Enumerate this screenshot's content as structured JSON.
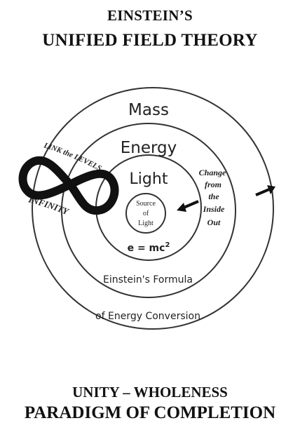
{
  "header": {
    "line1": "EINSTEIN’S",
    "line2": "UNIFIED FIELD THEORY"
  },
  "footer": {
    "line1": "UNITY – WHOLENESS",
    "line2": "PARADIGM OF COMPLETION"
  },
  "diagram": {
    "rings": {
      "outer": "Mass",
      "middle": "Energy",
      "inner": "Light",
      "core": [
        "Source",
        "of",
        "Light"
      ]
    },
    "formula": "e = mc²",
    "formula_base": "e = mc",
    "formula_exp": "2",
    "middle_caption": "Einstein's Formula",
    "outer_caption": "of Energy Conversion",
    "change_text": [
      "Change",
      "from",
      "the",
      "Inside",
      "Out"
    ],
    "link_text": "LINK the LEVELS",
    "infinity_text": "INFINITY",
    "colors": {
      "ink": "#111111",
      "ring": "#333333"
    },
    "icons": [
      "infinity-icon",
      "arrow-icon"
    ]
  }
}
